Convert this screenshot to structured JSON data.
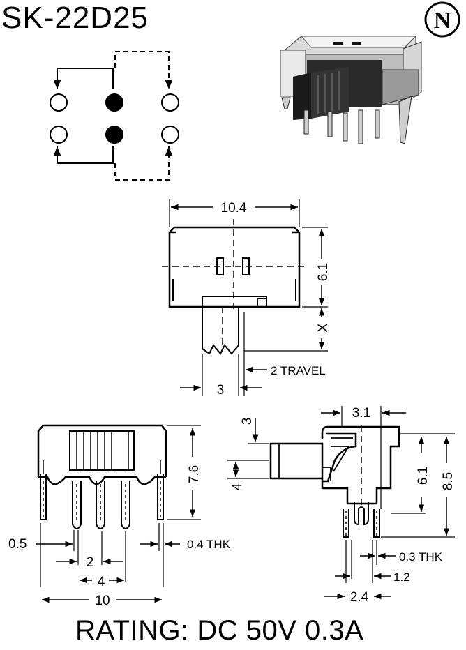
{
  "title": "SK-22D25",
  "rating": "RATING: DC 50V 0.3A",
  "logo_letter": "N",
  "top_view": {
    "width": "10.4",
    "height": "6.1",
    "extension": "X",
    "travel": "2 TRAVEL",
    "knob_width": "3"
  },
  "front_view": {
    "height": "7.6",
    "pin_width": "0.5",
    "thickness": "0.4 THK",
    "pitch_inner": "2",
    "pitch_outer": "4",
    "total_width": "10"
  },
  "side_view": {
    "top_width": "3.1",
    "knob_offset": "3",
    "knob_height": "4",
    "body_height": "6.1",
    "total_height": "8.5",
    "thickness": "0.3 THK",
    "lead_width": "1.2",
    "lead_span": "2.4"
  }
}
